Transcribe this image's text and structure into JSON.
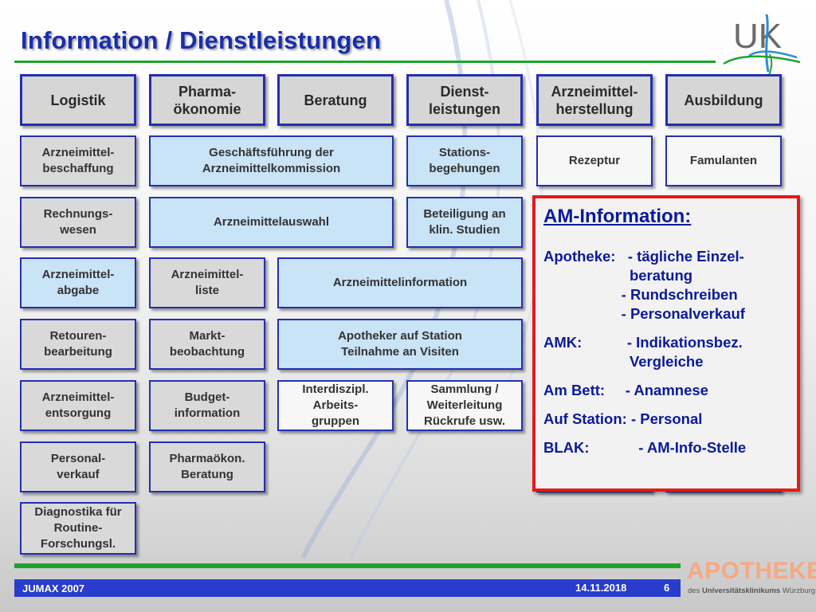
{
  "header": {
    "title": "Information / Dienstleistungen",
    "logo_text": "UK"
  },
  "columns": {
    "logistik": "Logistik",
    "pharmaoekonomie": "Pharma-\nökonomie",
    "beratung": "Beratung",
    "dienstleistungen": "Dienst-\nleistungen",
    "herstellung": "Arzneimittel-\nherstellung",
    "ausbildung": "Ausbildung"
  },
  "boxes": {
    "beschaffung": "Arzneimittel-\nbeschaffung",
    "geschaeftsfuehrung": "Geschäftsführung der\nArzneimittelkommission",
    "stationsbegehungen": "Stations-\nbegehungen",
    "rezeptur": "Rezeptur",
    "famulanten": "Famulanten",
    "rechnungswesen": "Rechnungs-\nwesen",
    "arzneimittelauswahl": "Arzneimittelauswahl",
    "studien": "Beteiligung an\nklin. Studien",
    "abgabe": "Arzneimittel-\nabgabe",
    "liste": "Arzneimittel-\nliste",
    "information": "Arzneimittelinformation",
    "retouren": "Retouren-\nbearbeitung",
    "marktbeobachtung": "Markt-\nbeobachtung",
    "apotheker_station": "Apotheker auf Station\nTeilnahme an Visiten",
    "entsorgung": "Arzneimittel-\nentsorgung",
    "budget": "Budget-\ninformation",
    "interdisziplinaer": "Interdiszipl.\nArbeits-\ngruppen",
    "sammlung": "Sammlung /\nWeiterleitung\nRückrufe usw.",
    "personalverkauf": "Personal-\nverkauf",
    "pharmaoekon_beratung": "Pharmaökon.\nBeratung",
    "diagnostika": "Diagnostika für\nRoutine-\nForschungsl."
  },
  "am_info": {
    "title": "AM-Information:",
    "lines": [
      "Apotheke:   - tägliche Einzel-",
      "                     beratung",
      "                   - Rundschreiben",
      "                   - Personalverkauf",
      "AMK:           - Indikationsbez.",
      "                     Vergleiche",
      "Am Bett:     - Anamnese",
      "Auf Station: - Personal",
      "BLAK:            - AM-Info-Stelle"
    ]
  },
  "footer": {
    "left": "JUMAX 2007",
    "date": "14.11.2018",
    "page": "6",
    "apo_word": "APOTHEKE",
    "apo_prefix": "des",
    "apo_name": "Universitätsklinikums",
    "apo_city": "Würzburg"
  }
}
